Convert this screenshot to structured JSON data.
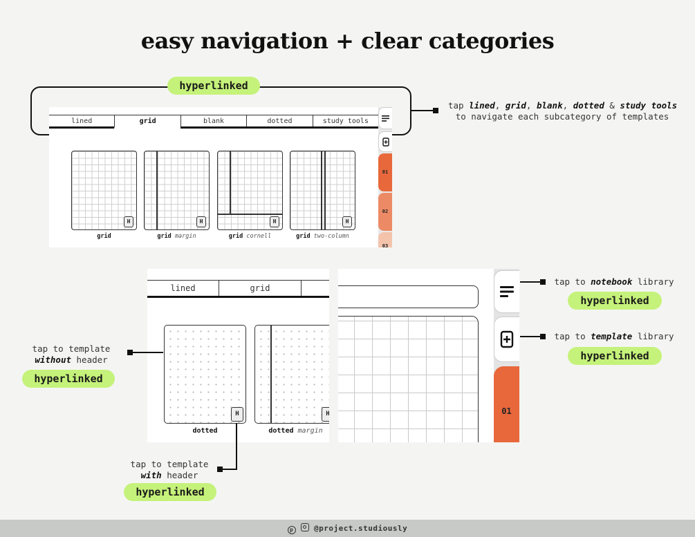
{
  "title": "easy navigation + clear categories",
  "pill_text": "hyperlinked",
  "top_note": {
    "pre": "tap ",
    "t1": "lined",
    "sep1": ", ",
    "t2": "grid",
    "sep2": ", ",
    "t3": "blank",
    "sep3": ", ",
    "t4": "dotted",
    "sep4": " & ",
    "t5": "study tools",
    "line2": "to navigate each subcategory of templates"
  },
  "panel1": {
    "tabs": [
      "lined",
      "grid",
      "blank",
      "dotted",
      "study tools"
    ],
    "active_tab": "grid",
    "h_label": "H",
    "side_tabs": [
      "01",
      "02",
      "03"
    ],
    "captions": [
      {
        "bold": "grid",
        "italic": ""
      },
      {
        "bold": "grid",
        "italic": "margin"
      },
      {
        "bold": "grid",
        "italic": "cornell"
      },
      {
        "bold": "grid",
        "italic": "two-column"
      }
    ]
  },
  "panel2": {
    "tabs": [
      "lined",
      "grid"
    ],
    "h_label": "H",
    "captions": [
      {
        "bold": "dotted",
        "italic": ""
      },
      {
        "bold": "dotted",
        "italic": "margin"
      }
    ]
  },
  "panel3": {
    "side_tab": "01"
  },
  "notes": {
    "without": {
      "line1": "tap to template",
      "bold": "without",
      "rest": " header"
    },
    "with": {
      "line1": "tap to template",
      "bold": "with",
      "rest": " header"
    },
    "notebook": {
      "pre": "tap to ",
      "bold": "notebook",
      "post": " library"
    },
    "template": {
      "pre": "tap to ",
      "bold": "template",
      "post": " library"
    }
  },
  "footer": "@project.studiously",
  "colors": {
    "accent": "#c5f27a",
    "orange": "#e8683c"
  }
}
